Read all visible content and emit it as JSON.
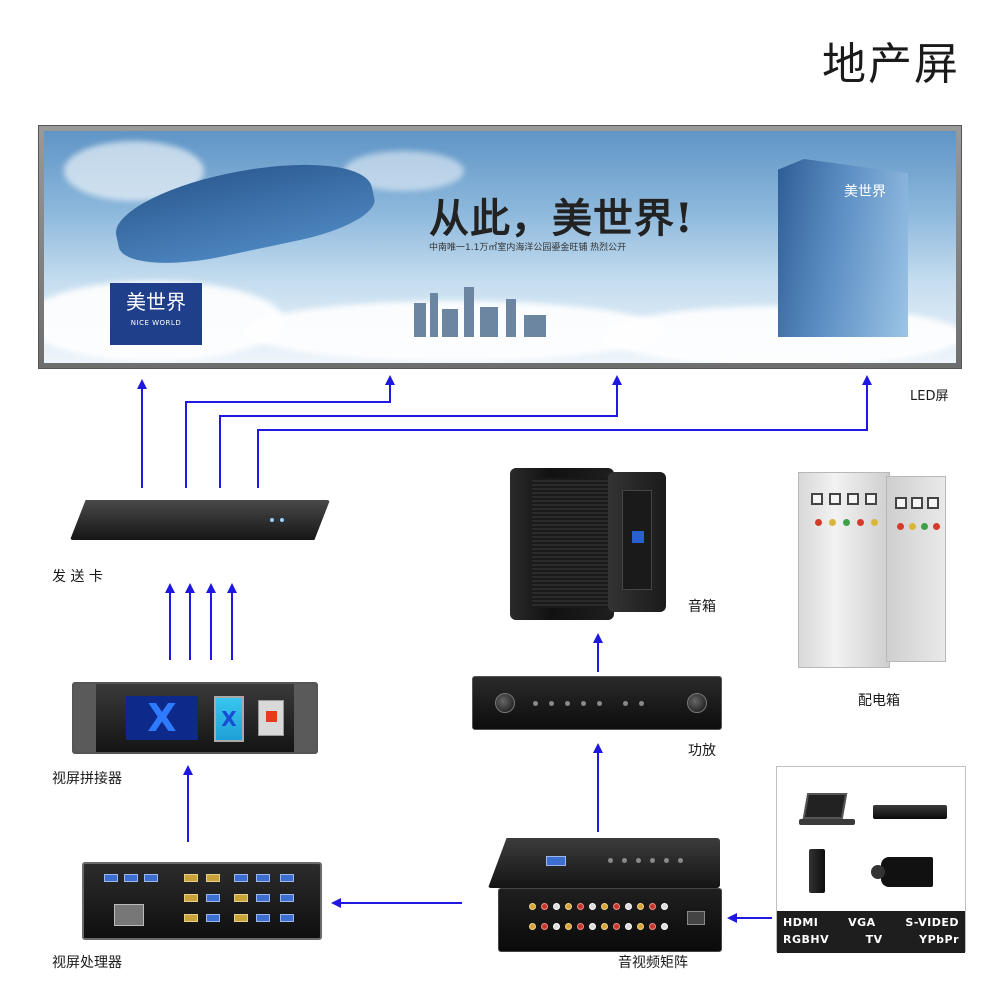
{
  "title": "地产屏",
  "led_screen": {
    "slogan": "从此，美世界!",
    "subtitle": "中南唯一1.1万㎡室内海洋公园鎏金旺铺 热烈公开",
    "logo_text": "美世界",
    "logo_en": "NICE WORLD",
    "label": "LED屏"
  },
  "devices": {
    "send_card": "发 送 卡",
    "splicer": "视屏拼接器",
    "processor": "视屏处理器",
    "speaker": "音箱",
    "amplifier": "功放",
    "matrix": "音视频矩阵",
    "distribution_box": "配电箱",
    "splicer_logo": "X"
  },
  "sources": {
    "row1": [
      "HDMI",
      "VGA",
      "S-VIDED"
    ],
    "row2": [
      "RGBHV",
      "TV",
      "YPbPr"
    ]
  },
  "colors": {
    "arrow": "#1f18e0",
    "sources_bar": "#1e1e1e"
  }
}
